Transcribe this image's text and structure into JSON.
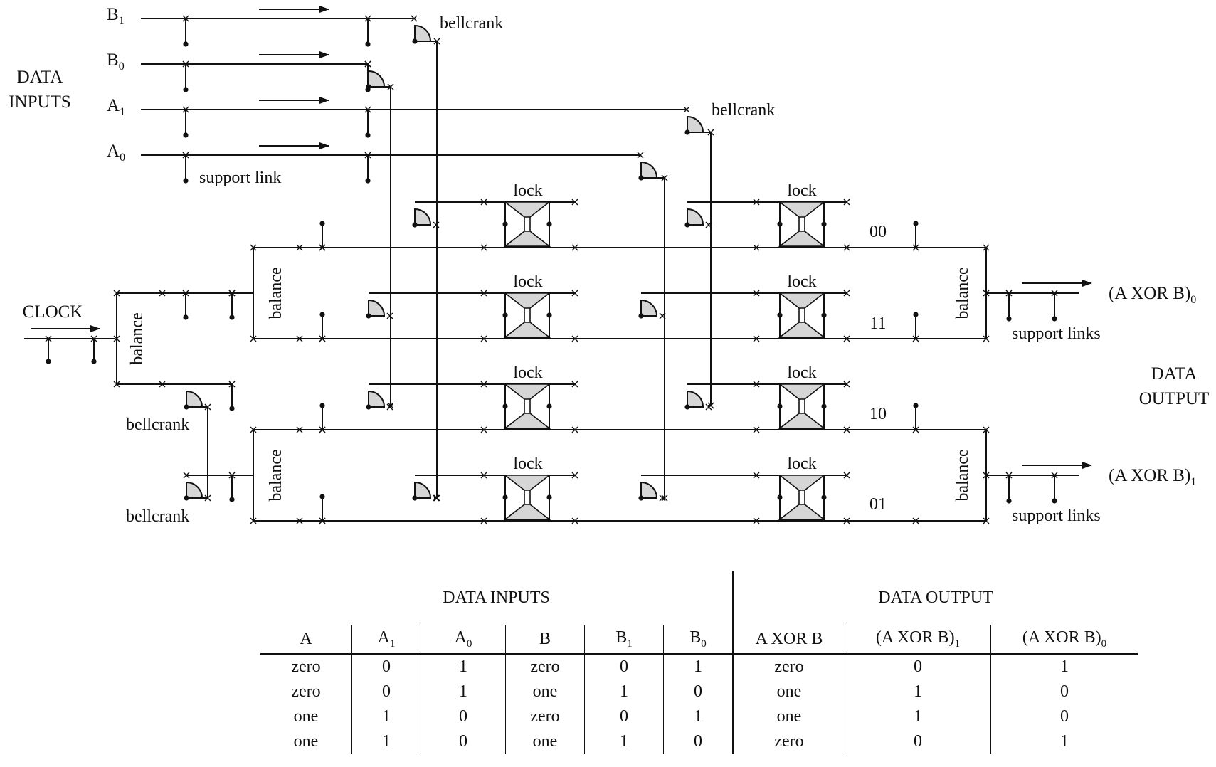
{
  "labels": {
    "data_inputs": [
      "DATA",
      "INPUTS"
    ],
    "data_output": [
      "DATA",
      "OUTPUT"
    ],
    "clock": "CLOCK",
    "bellcrank": "bellcrank",
    "lock": "lock",
    "balance": "balance",
    "support_link": "support link",
    "support_links": "support links"
  },
  "inputs": [
    {
      "main": "B",
      "sub": "1"
    },
    {
      "main": "B",
      "sub": "0"
    },
    {
      "main": "A",
      "sub": "1"
    },
    {
      "main": "A",
      "sub": "0"
    }
  ],
  "outputs": [
    {
      "main": "(A XOR B)",
      "sub": "0"
    },
    {
      "main": "(A XOR B)",
      "sub": "1"
    }
  ],
  "state_codes": [
    "00",
    "11",
    "10",
    "01"
  ],
  "table": {
    "group_inputs": "DATA INPUTS",
    "group_output": "DATA OUTPUT",
    "headers": [
      {
        "main": "A",
        "sub": ""
      },
      {
        "main": "A",
        "sub": "1"
      },
      {
        "main": "A",
        "sub": "0"
      },
      {
        "main": "B",
        "sub": ""
      },
      {
        "main": "B",
        "sub": "1"
      },
      {
        "main": "B",
        "sub": "0"
      },
      {
        "main": "A XOR B",
        "sub": ""
      },
      {
        "main": "(A XOR B)",
        "sub": "1"
      },
      {
        "main": "(A XOR B)",
        "sub": "0"
      }
    ],
    "rows": [
      [
        "zero",
        "0",
        "1",
        "zero",
        "0",
        "1",
        "zero",
        "0",
        "1"
      ],
      [
        "zero",
        "0",
        "1",
        "one",
        "1",
        "0",
        "one",
        "1",
        "0"
      ],
      [
        "one",
        "1",
        "0",
        "zero",
        "0",
        "1",
        "one",
        "1",
        "0"
      ],
      [
        "one",
        "1",
        "0",
        "one",
        "1",
        "0",
        "zero",
        "0",
        "1"
      ]
    ]
  }
}
